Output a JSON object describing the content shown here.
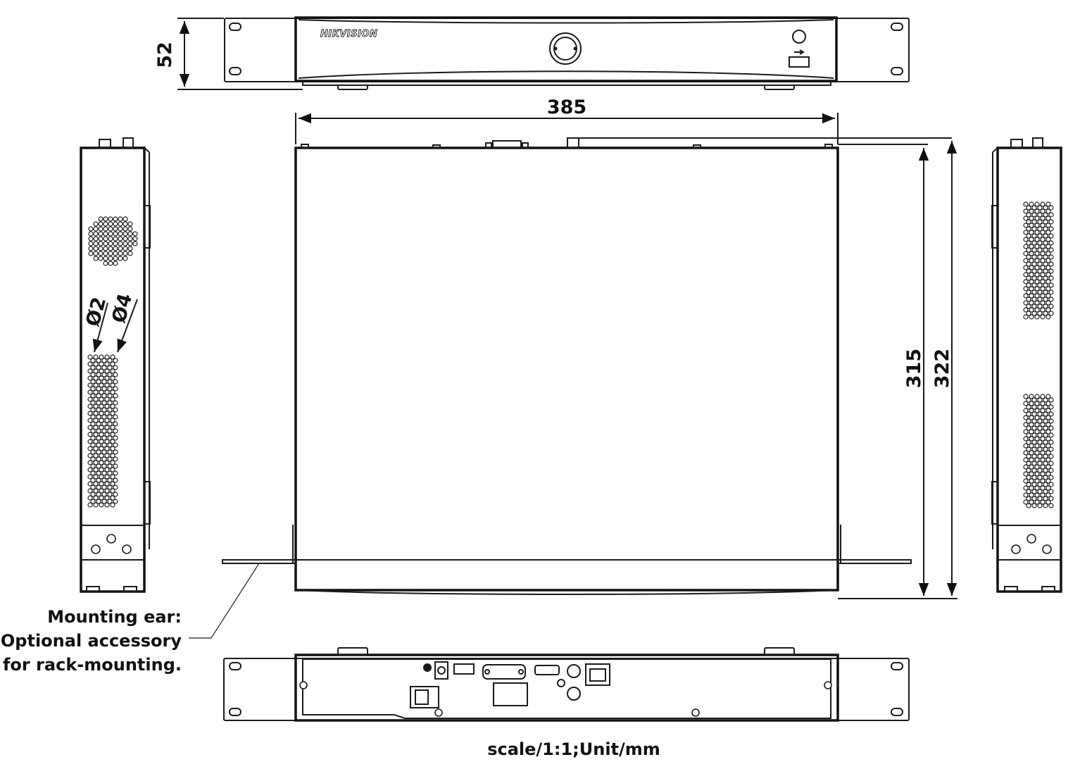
{
  "dimensions": {
    "height": "52",
    "width": "385",
    "depth_body": "315",
    "depth_total": "322",
    "hole_small": "Ø2",
    "hole_large": "Ø4"
  },
  "brand": "HIKVISION",
  "callout": {
    "line1": "Mounting ear:",
    "line2": "Optional accessory",
    "line3": "for rack-mounting."
  },
  "scale_note": "scale/1:1;Unit/mm"
}
